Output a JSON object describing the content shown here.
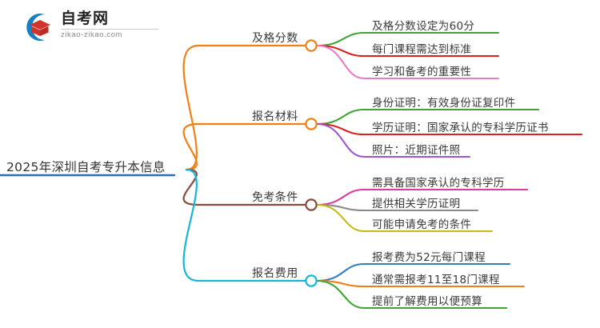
{
  "logo": {
    "title": "自考网",
    "subtitle": "zikao-zikao.com",
    "mark_icon": "graduation-cap-icon",
    "mark_circle_color": "#1a7fc1",
    "mark_cap_color": "#d0342c"
  },
  "diagram": {
    "type": "mindmap",
    "root": {
      "label": "2025年深圳自考专升本信息",
      "node_color": "#2f6fb5",
      "underline_color": "#2f6fb5"
    },
    "branches": [
      {
        "label": "及格分数",
        "color": "#ef8016",
        "leaves": [
          {
            "label": "及格分数设定为60分",
            "color": "#3fa535"
          },
          {
            "label": "每门课程需达到标准",
            "color": "#e02020"
          },
          {
            "label": "学习和备考的重要性",
            "color": "#e87bd0"
          }
        ]
      },
      {
        "label": "报名材料",
        "color": "#ef8016",
        "leaves": [
          {
            "label": "身份证明：有效身份证复印件",
            "color": "#3fa535"
          },
          {
            "label": "学历证明：国家承认的专科学历证书",
            "color": "#e02020"
          },
          {
            "label": "照片：近期证件照",
            "color": "#9b59d0"
          }
        ]
      },
      {
        "label": "免考条件",
        "color": "#8a4a3c",
        "leaves": [
          {
            "label": "需具备国家承认的专科学历",
            "color": "#e0399f"
          },
          {
            "label": "提供相关学历证明",
            "color": "#8a8a8a"
          },
          {
            "label": "可能申请免考的条件",
            "color": "#c5bb15"
          }
        ]
      },
      {
        "label": "报名费用",
        "color": "#16b6d6",
        "leaves": [
          {
            "label": "报考费为52元每门课程",
            "color": "#2f7fbf"
          },
          {
            "label": "通常需报考11至18门课程",
            "color": "#ef8016"
          },
          {
            "label": "提前了解费用以便预算",
            "color": "#3fa535"
          }
        ]
      }
    ]
  }
}
